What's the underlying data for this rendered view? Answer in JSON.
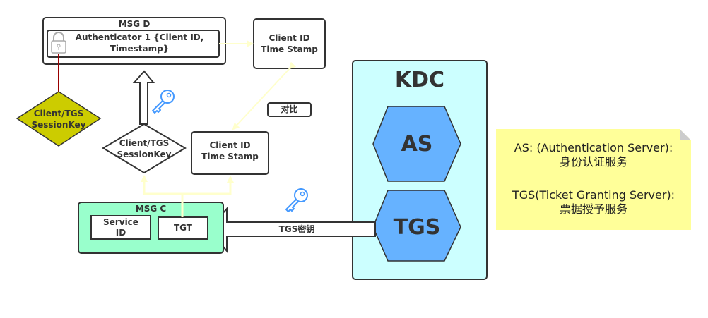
{
  "colors": {
    "kdc_fill": "#ccffff",
    "hexagon_fill": "#66b2ff",
    "msg_c_fill": "#99ffcc",
    "session_key_fill": "#cccc00",
    "note_fill": "#ffff99",
    "connector": "#ffffcc",
    "red_line": "#990000",
    "key_icon": "#4499ff"
  },
  "msg_d": {
    "title": "MSG D",
    "authenticator_line1": "Authenticator 1 {Client ID,",
    "authenticator_line2": "Timestamp}",
    "lock_icon": "lock-icon"
  },
  "client_id_top": {
    "line1": "Client ID",
    "line2": "Time Stamp"
  },
  "client_id_mid": {
    "line1": "Client ID",
    "line2": "Time Stamp"
  },
  "compare_label": "对比",
  "session_key_yellow": {
    "line1": "Client/TGS",
    "line2": "SessionKey"
  },
  "session_key_white": {
    "line1": "Client/TGS",
    "line2": "SessionKey"
  },
  "msg_c": {
    "title": "MSG C",
    "service_id_line1": "Service",
    "service_id_line2": "ID",
    "tgt": "TGT"
  },
  "tgs_key_arrow_label": "TGS密钥",
  "kdc": {
    "title": "KDC",
    "as": "AS",
    "tgs": "TGS"
  },
  "note": {
    "as_line1": "AS: (Authentication Server):",
    "as_line2": "身份认证服务",
    "tgs_line1": "TGS(Ticket Granting Server):",
    "tgs_line2": "票据授予服务"
  },
  "icons": [
    "key-icon",
    "key-icon",
    "lock-icon"
  ]
}
